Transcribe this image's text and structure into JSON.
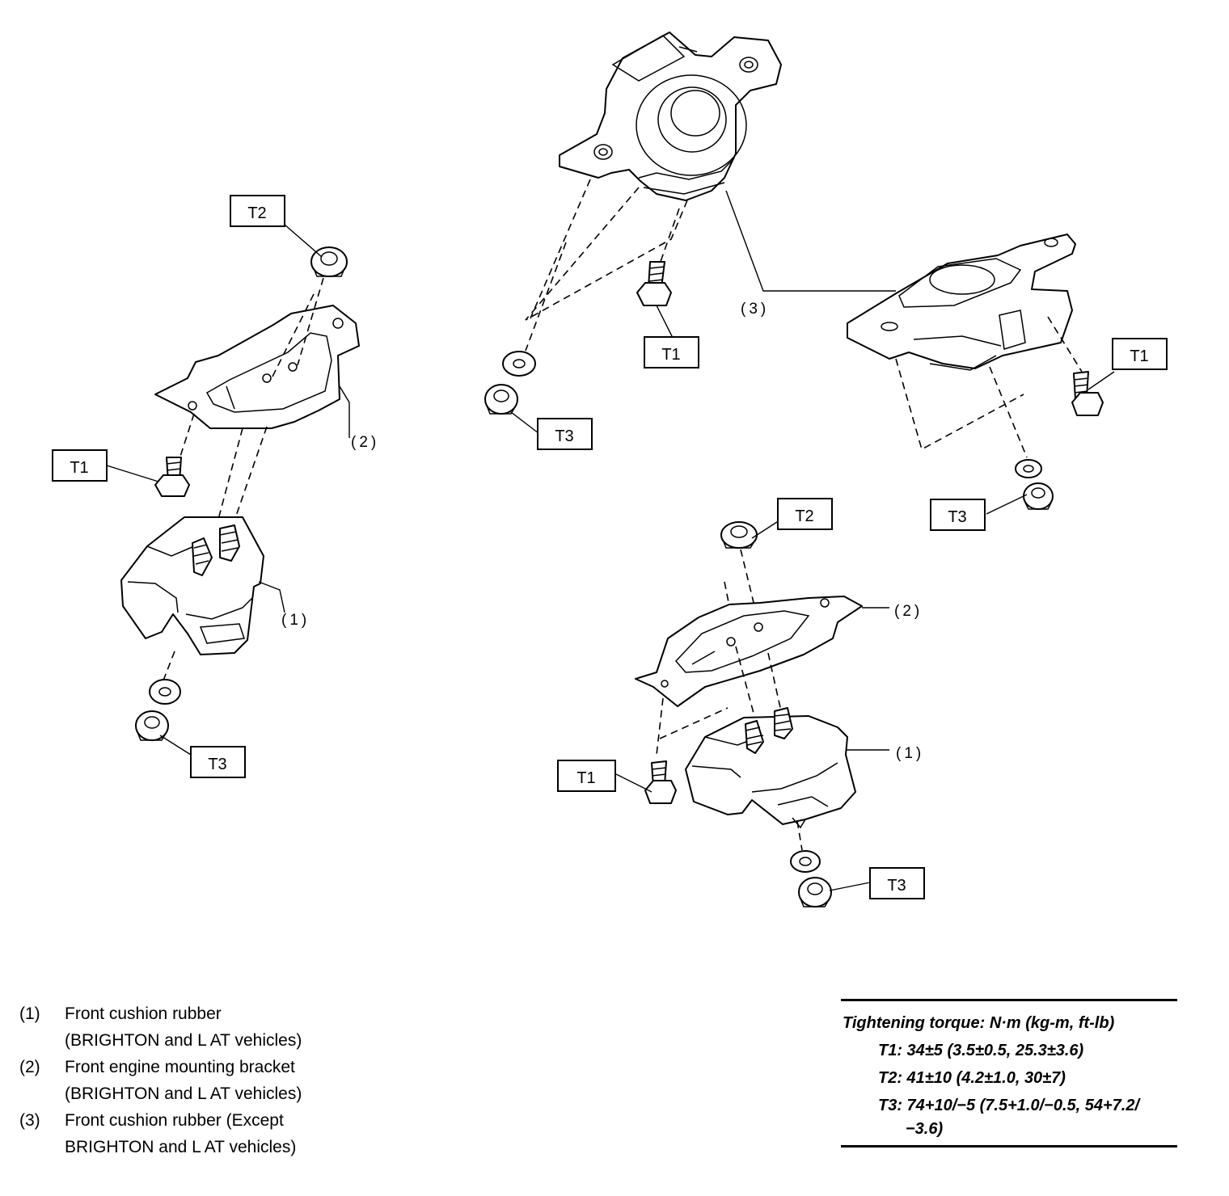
{
  "callouts": {
    "t1": "T1",
    "t2": "T2",
    "t3": "T3",
    "p1": "(1)",
    "p2": "(2)",
    "p3": "(3)"
  },
  "legend": [
    {
      "num": "(1)",
      "line1": "Front cushion rubber",
      "line2": "(BRIGHTON and L AT vehicles)"
    },
    {
      "num": "(2)",
      "line1": "Front engine mounting bracket",
      "line2": "(BRIGHTON and L AT vehicles)"
    },
    {
      "num": "(3)",
      "line1": "Front cushion rubber (Except",
      "line2": "BRIGHTON and L AT vehicles)"
    }
  ],
  "torque": {
    "title": "Tightening torque: N·m (kg-m, ft-lb)",
    "t1": "T1: 34±5 (3.5±0.5, 25.3±3.6)",
    "t2": "T2: 41±10 (4.2±1.0, 30±7)",
    "t3": "T3: 74+10/−5 (7.5+1.0/−0.5, 54+7.2/",
    "t3_cont": "−3.6)"
  }
}
